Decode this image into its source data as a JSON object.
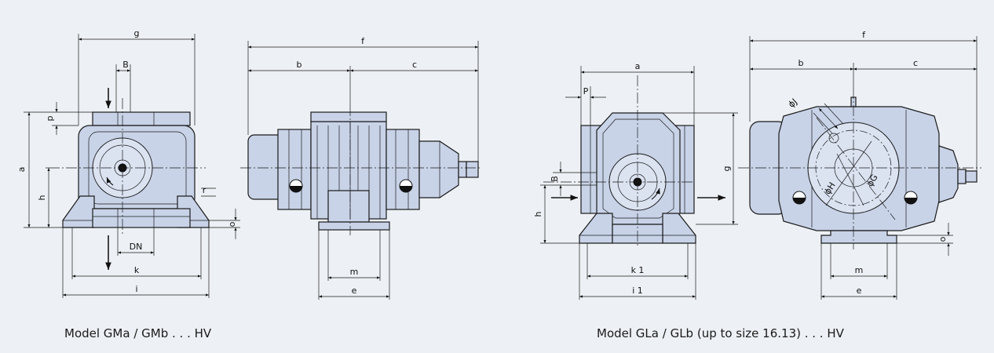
{
  "figure": {
    "background": "#edf0f4",
    "part_fill": "#c8d3e8",
    "left_model": {
      "caption": "Model GMa / GMb . . . HV",
      "front_dims": {
        "g": "g",
        "B": "B",
        "p": "p",
        "a": "a",
        "h": "h",
        "r": "r",
        "o": "o",
        "DN": "DN",
        "k": "k",
        "i": "i"
      },
      "side_dims": {
        "f": "f",
        "b": "b",
        "c": "c",
        "m": "m",
        "e": "e"
      }
    },
    "right_model": {
      "caption": "Model GLa / GLb (up to size 16.13) . . . HV",
      "front_dims": {
        "a": "a",
        "P": "P",
        "B": "B",
        "h": "h",
        "g": "g",
        "k1": "k 1",
        "i1": "i 1"
      },
      "side_dims": {
        "f": "f",
        "b": "b",
        "c": "c",
        "phiJ": "ϕJ",
        "phiH": "ϕH",
        "phiG": "ϕG",
        "o": "o",
        "m": "m",
        "e": "e"
      }
    }
  }
}
